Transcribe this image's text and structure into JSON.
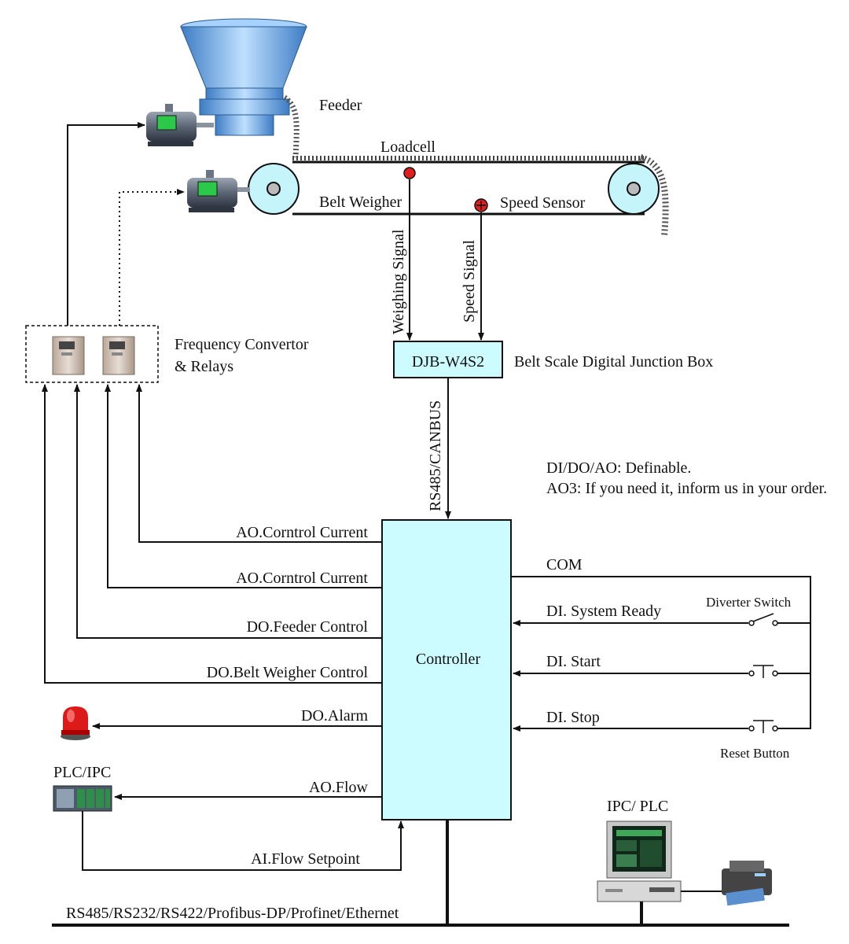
{
  "labels": {
    "feeder": "Feeder",
    "loadcell": "Loadcell",
    "belt_weigher": "Belt Weigher",
    "speed_sensor": "Speed Sensor",
    "weighing_signal": "Weighing Signal",
    "speed_signal": "Speed Signal",
    "freq_conv_line1": "Frequency Convertor",
    "freq_conv_line2": "& Relays",
    "junction_box_name": "DJB-W4S2",
    "junction_box_desc": "Belt Scale Digital Junction Box",
    "bus_link": "RS485/CANBUS",
    "note_line1": "DI/DO/AO: Definable.",
    "note_line2": "AO3: If you need it, inform us in your order.",
    "controller": "Controller",
    "plc_ipc": "PLC/IPC",
    "ipc_plc": "IPC/ PLC",
    "bottom_bus": "RS485/RS232/RS422/Profibus-DP/Profinet/Ethernet",
    "diverter_switch": "Diverter Switch",
    "reset_button": "Reset Button"
  },
  "left_signals": [
    "AO.Corntrol  Current",
    "AO.Corntrol  Current",
    "DO.Feeder  Control",
    "DO.Belt  Weigher  Control",
    "DO.Alarm",
    "AO.Flow",
    "AI.Flow  Setpoint"
  ],
  "right_signals": [
    "COM",
    "DI. System Ready",
    "DI. Start",
    "DI. Stop"
  ],
  "colors": {
    "box_fill": "#ccfcff",
    "hopper": "#5a9fe0",
    "motor": "#556070",
    "motor_screen": "#2cc84a",
    "alarm": "#dd1a1a",
    "speed_sensor": "#e01e1e"
  }
}
